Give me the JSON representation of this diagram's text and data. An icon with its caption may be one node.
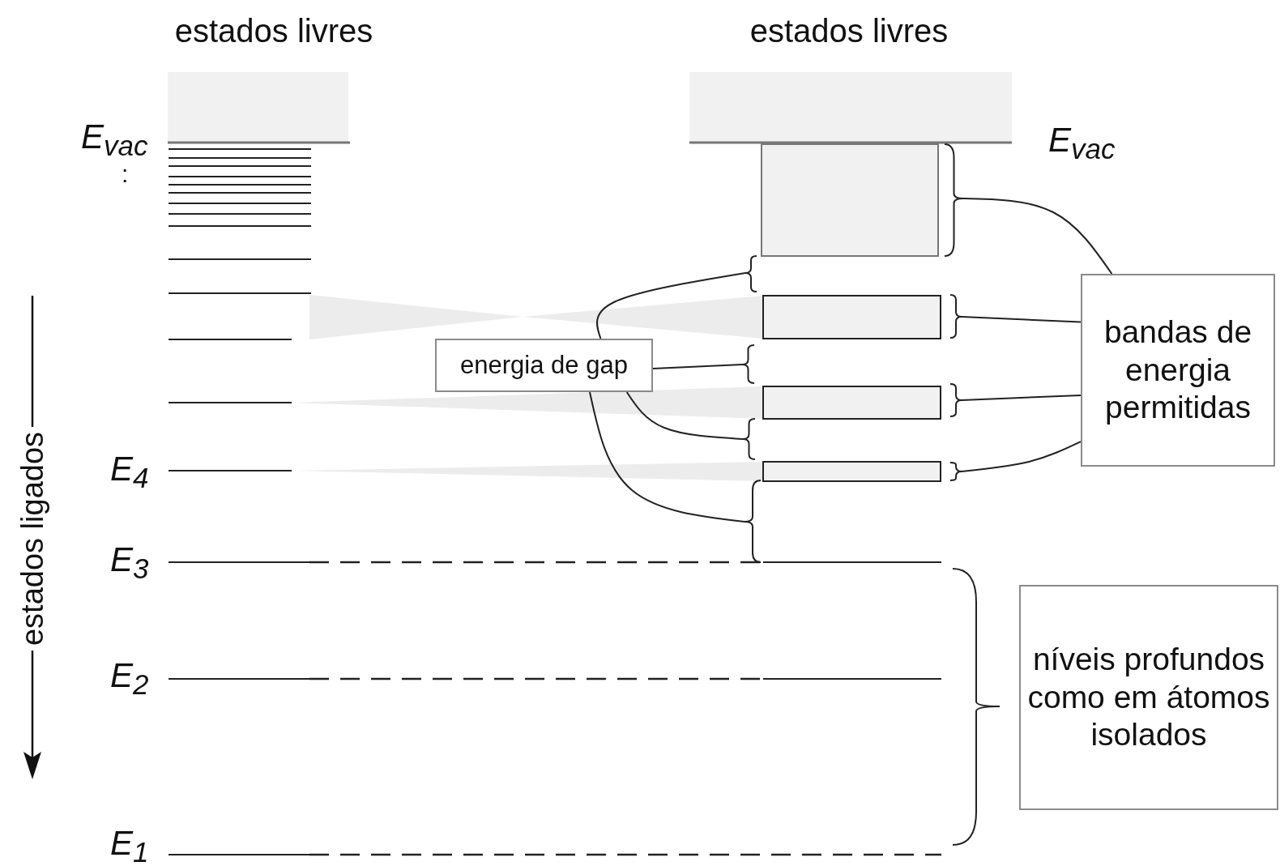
{
  "diagram": {
    "nodes": [
      {
        "text": [
          "energia de gap"
        ]
      },
      {
        "text": [
          "bandas de energia permitidas"
        ]
      },
      {
        "text": [
          "níveis profundos como em átomos isolados"
        ]
      },
      {
        "text": [],
        "shape": "brace"
      },
      {
        "text": [],
        "shape": "brace"
      },
      {
        "text": [],
        "shape": "brace"
      },
      {
        "text": [],
        "shape": "brace"
      },
      {
        "text": [],
        "shape": "brace"
      },
      {
        "text": [],
        "shape": "brace"
      },
      {
        "text": [],
        "shape": "brace"
      },
      {
        "text": [],
        "shape": "brace"
      }
    ],
    "edges": [
      {
        "from": 0,
        "to": 3,
        "arrow": "none"
      },
      {
        "from": 0,
        "to": 4,
        "arrow": "none"
      },
      {
        "from": 0,
        "to": 5,
        "arrow": "none"
      },
      {
        "from": 0,
        "to": 6,
        "arrow": "none"
      },
      {
        "from": 1,
        "to": 7,
        "arrow": "none"
      },
      {
        "from": 1,
        "to": 8,
        "arrow": "none"
      },
      {
        "from": 1,
        "to": 9,
        "arrow": "none"
      },
      {
        "from": 1,
        "to": 10,
        "arrow": "none"
      }
    ],
    "labels": [
      "estados livres",
      "estados livres",
      "E$_{vac}$",
      "E$_{vac}$",
      ":",
      "estados ligados",
      "E$_{4}$",
      "E$_{3}$",
      "E$_{2}$",
      "E$_{1}$"
    ]
  }
}
